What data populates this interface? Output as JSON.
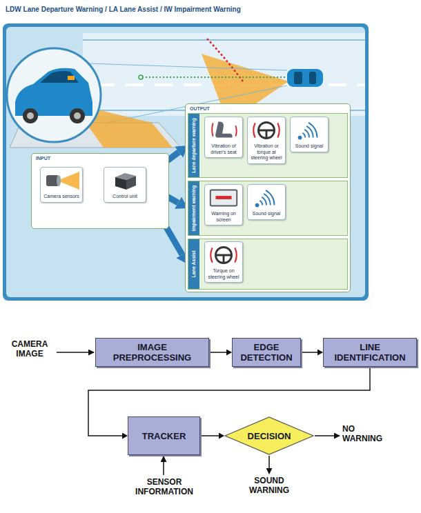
{
  "diagram": {
    "title": "LDW Lane Departure Warning / LA Lane Assist / IW Impairment Warning",
    "nodes": [
      {
        "text": [
          "INPUT"
        ]
      },
      {
        "text": [
          "Camera sensors"
        ],
        "in": 0
      },
      {
        "text": [
          "Control unit"
        ],
        "in": 0
      },
      {
        "text": [
          "OUTPUT"
        ]
      },
      {
        "text": [
          "Lane departure warning"
        ],
        "in": 3
      },
      {
        "text": [
          "Vibration of driver's seat"
        ],
        "in": 4
      },
      {
        "text": [
          "Vibration or torque at steering wheel"
        ],
        "in": 4
      },
      {
        "text": [
          "Sound signal"
        ],
        "in": 4
      },
      {
        "text": [
          "Impairment warning"
        ],
        "in": 3
      },
      {
        "text": [
          "Warning on screen"
        ],
        "in": 8
      },
      {
        "text": [
          "Sound signal"
        ],
        "in": 8
      },
      {
        "text": [
          "Lane Assist"
        ],
        "in": 3
      },
      {
        "text": [
          "Torque on steering wheel"
        ],
        "in": 11
      },
      {
        "text": [
          "IMAGE PREPROCESSING"
        ]
      },
      {
        "text": [
          "EDGE DETECTION"
        ]
      },
      {
        "text": [
          "LINE IDENTIFICATION"
        ]
      },
      {
        "text": [
          "TRACKER"
        ]
      },
      {
        "text": [
          "DECISION"
        ]
      }
    ],
    "edges": [
      {
        "from": 1,
        "to": 2,
        "arrow": "to"
      },
      {
        "from": 2,
        "to": 4,
        "arrow": "to"
      },
      {
        "from": 2,
        "to": 8,
        "arrow": "to"
      },
      {
        "from": 2,
        "to": 11,
        "arrow": "to"
      },
      {
        "from": 13,
        "to": 14,
        "arrow": "to"
      },
      {
        "from": 14,
        "to": 15,
        "arrow": "to"
      },
      {
        "from": 15,
        "to": 16,
        "arrow": "to"
      },
      {
        "from": 16,
        "to": 17,
        "arrow": "to"
      }
    ],
    "labels": [
      "CAMERA IMAGE",
      "NO WARNING",
      "SOUND WARNING",
      "SENSOR INFORMATION"
    ]
  }
}
